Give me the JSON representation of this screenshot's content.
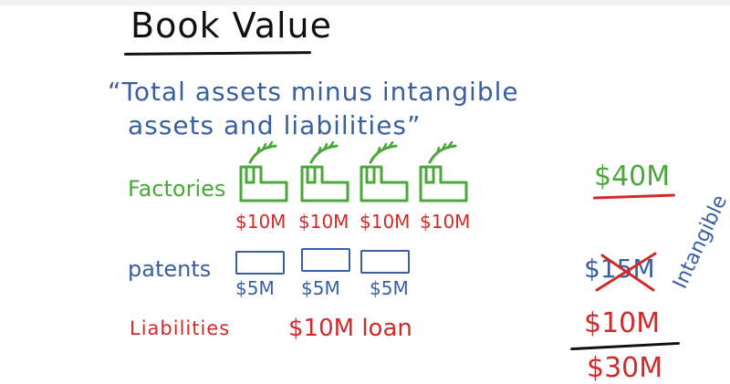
{
  "title": "Book Value",
  "quote": {
    "line1": "“Total assets minus intangible",
    "line2": "assets and liabilities”"
  },
  "rows": {
    "factories": {
      "label": "Factories",
      "values": [
        "$10M",
        "$10M",
        "$10M",
        "$10M"
      ]
    },
    "patents": {
      "label": "patents",
      "values": [
        "$5M",
        "$5M",
        "$5M"
      ]
    },
    "liabilities": {
      "label": "Liabilities",
      "value": "$10M loan"
    }
  },
  "calculation": {
    "total_assets": "$40M",
    "intangible_value": "$15M",
    "intangible_note": "Intangible",
    "liabilities_value": "$10M",
    "book_value": "$30M"
  },
  "colors": {
    "green": "#4aa83a",
    "blue": "#3a5fa0",
    "red": "#d22a2a",
    "black": "#111111"
  }
}
